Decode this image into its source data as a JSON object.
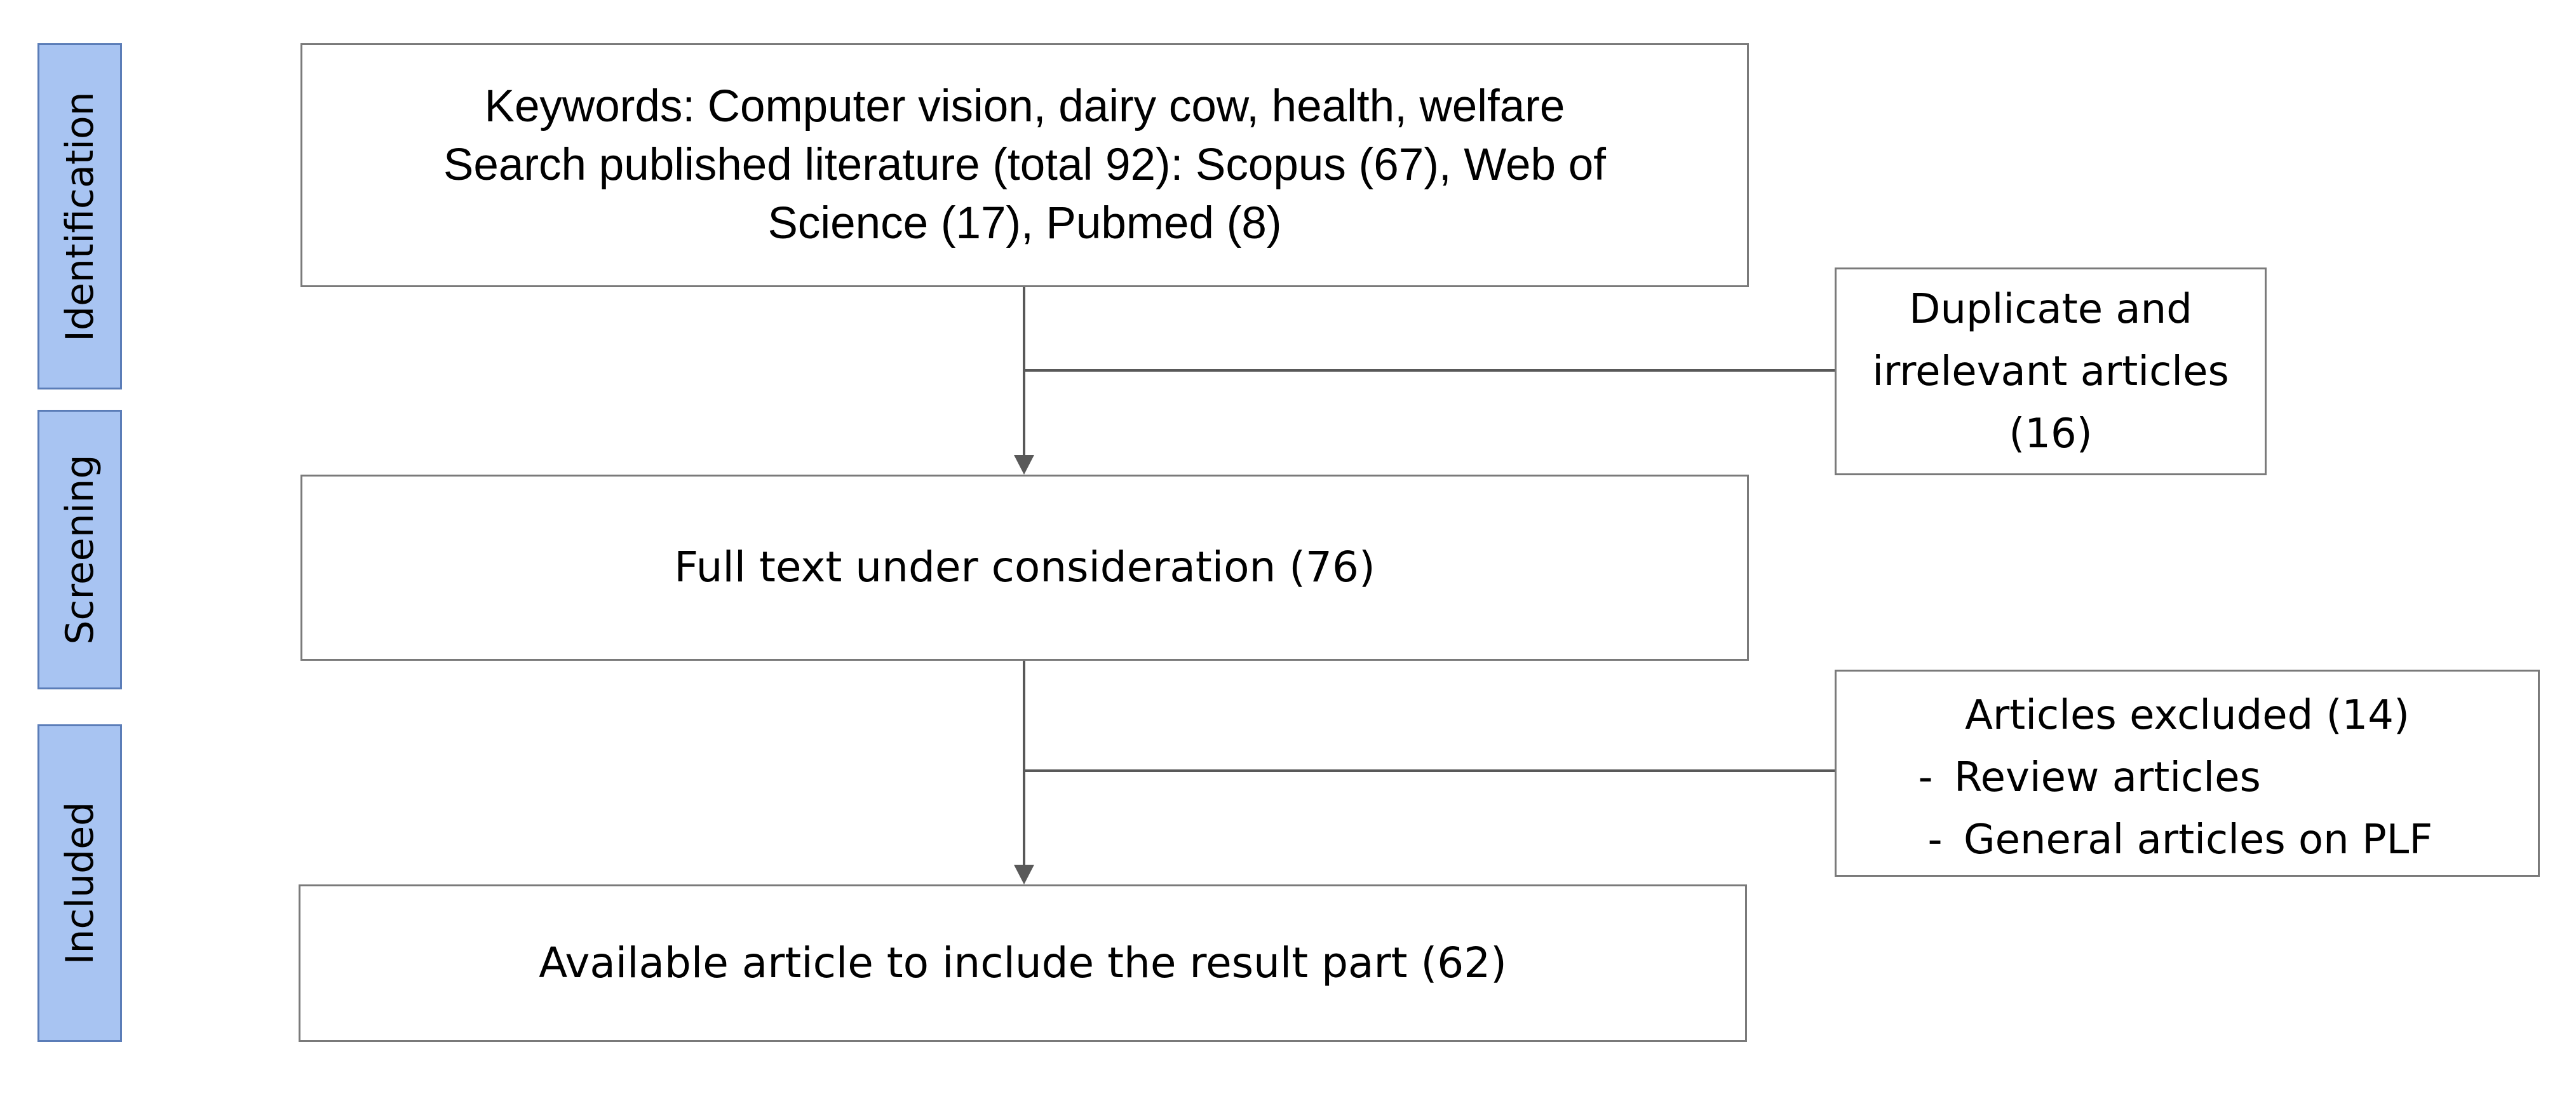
{
  "stages": [
    {
      "id": "identification",
      "label": "Identification"
    },
    {
      "id": "screening",
      "label": "Screening"
    },
    {
      "id": "included",
      "label": "Included"
    }
  ],
  "identification_box": {
    "lines": [
      "Keywords: Computer vision, dairy cow, health, welfare",
      "Search published literature (total 92): Scopus (67), Web of",
      "Science (17), Pubmed (8)"
    ]
  },
  "duplicates_box": {
    "lines": [
      "Duplicate and",
      "irrelevant articles",
      "(16)"
    ]
  },
  "screening_box": {
    "text": "Full text under consideration (76)"
  },
  "excluded_box": {
    "title": "Articles excluded (14)",
    "items": [
      {
        "dash": "-",
        "text": "Review articles"
      },
      {
        "dash": "-",
        "text": "General articles on PLF"
      }
    ]
  },
  "included_box": {
    "text": "Available article to include the result part (62)"
  },
  "colors": {
    "stage_fill": "#a8c4f2",
    "stage_border": "#5b7db8",
    "box_border": "#7a7a7a",
    "connector": "#595959"
  }
}
